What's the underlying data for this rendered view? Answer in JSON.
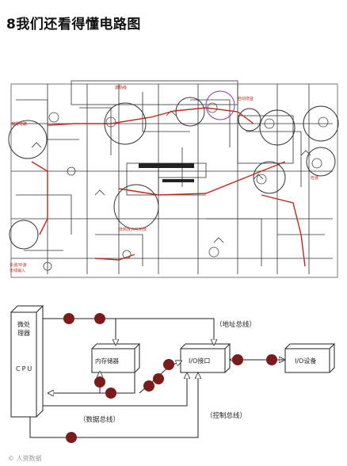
{
  "title": "8我们还看得懂电路图",
  "schematic": {
    "labels": {
      "top_box": "激励级",
      "left_circle": "偏置电路",
      "bottom_left": "长波/中波\n天线输入",
      "center_lower": "低频放大与功放",
      "right_top_circle": "自动增益",
      "right_circle": "检波"
    }
  },
  "block_diagram": {
    "cpu_label_top": "微处\n理器",
    "cpu_label_bottom": "CPU",
    "memory_label": "内存储器",
    "io_interface_label": "I/O接口",
    "io_device_label": "I/O设备",
    "address_bus_label": "（地址总线）",
    "data_bus_label": "（数据总线）",
    "control_bus_label": "（控制总线）",
    "colors": {
      "dot": "#7a1c1c",
      "line": "#222222",
      "box_fill": "#ffffff"
    }
  },
  "watermark": "© 人资数据"
}
